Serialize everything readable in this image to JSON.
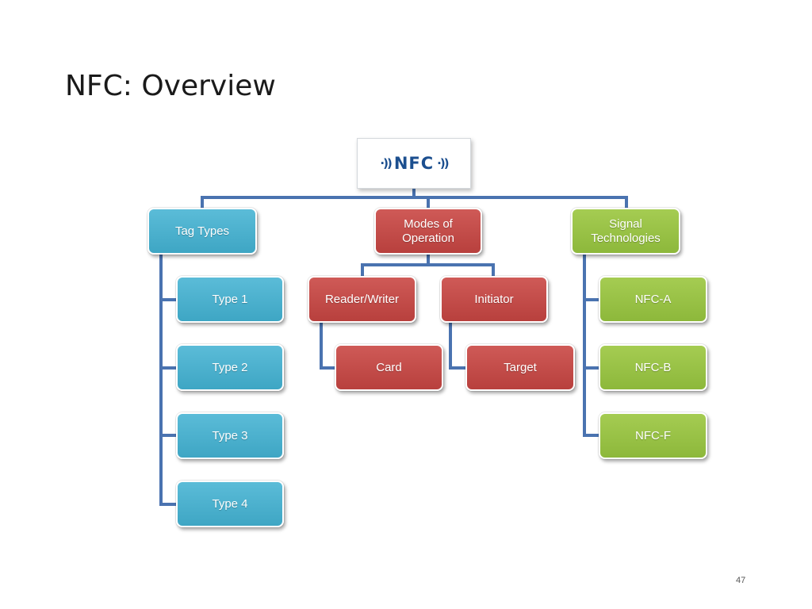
{
  "slide": {
    "title": "NFC: Overview",
    "page_number": "47"
  },
  "diagram": {
    "root": {
      "logo_text": "NFC",
      "wave_left": "·))",
      "wave_right": "·))"
    },
    "branches": {
      "tag_types": {
        "label": "Tag Types",
        "color": "#4bb1cf",
        "children": [
          "Type 1",
          "Type 2",
          "Type 3",
          "Type 4"
        ]
      },
      "modes": {
        "label": "Modes of\nOperation",
        "color": "#c44d4a",
        "reader_writer": {
          "label": "Reader/Writer",
          "child": "Card"
        },
        "initiator": {
          "label": "Initiator",
          "child": "Target"
        }
      },
      "signal": {
        "label": "Signal\nTechnologies",
        "color": "#9bc349",
        "children": [
          "NFC-A",
          "NFC-B",
          "NFC-F"
        ]
      }
    },
    "connector_color": "#4a73b0"
  }
}
